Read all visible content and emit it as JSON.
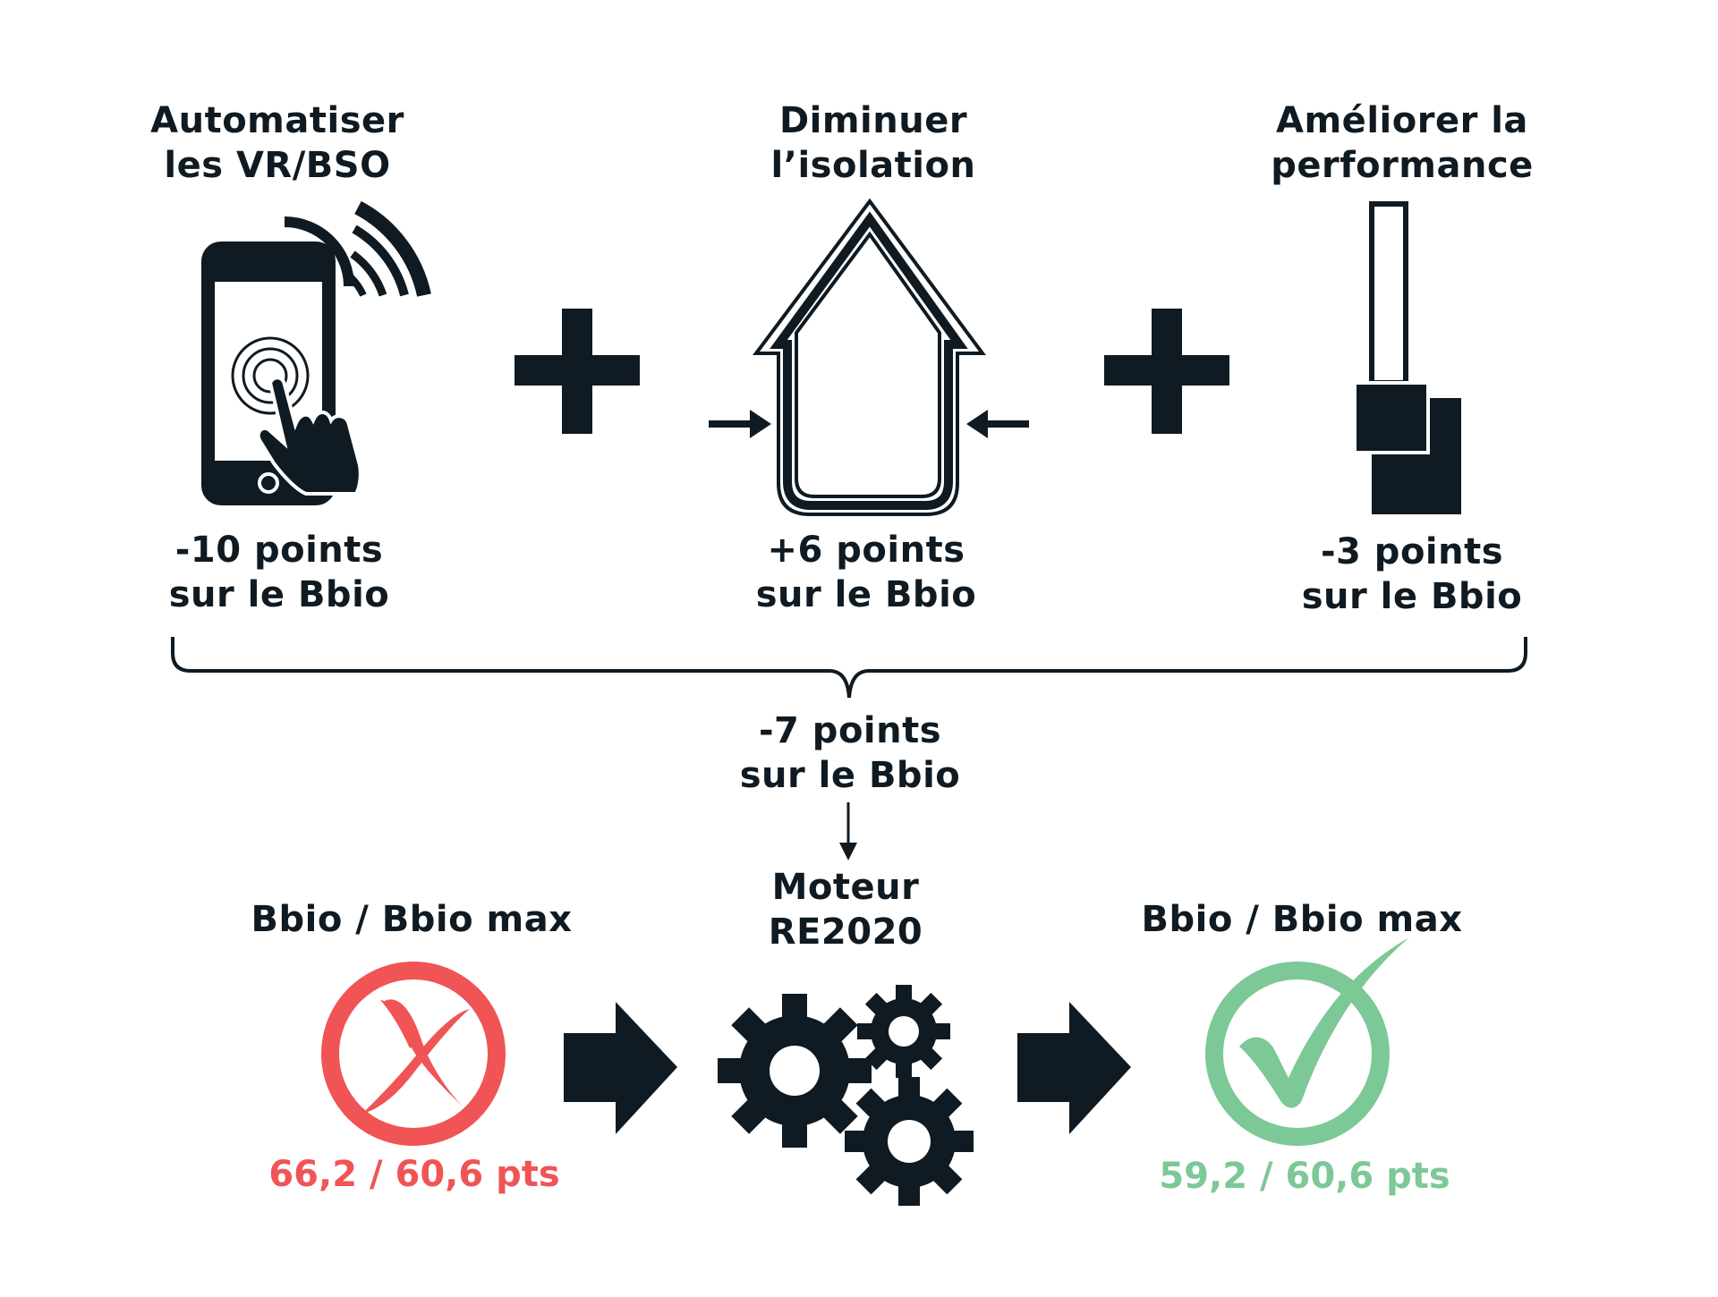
{
  "steps": [
    {
      "title_line1": "Automatiser",
      "title_line2": "les VR/BSO",
      "result_line1": "-10 points",
      "result_line2": "sur le Bbio",
      "icon": "smartphone-touch-wifi-icon"
    },
    {
      "title_line1": "Diminuer",
      "title_line2": "l’isolation",
      "result_line1": "+6 points",
      "result_line2": "sur le Bbio",
      "icon": "house-insulation-icon"
    },
    {
      "title_line1": "Améliorer la",
      "title_line2": "performance",
      "result_line1": "-3 points",
      "result_line2": "sur le Bbio",
      "icon": "window-performance-icon"
    }
  ],
  "total": {
    "line1": "-7 points",
    "line2": "sur le Bbio"
  },
  "engine": {
    "line1": "Moteur",
    "line2": "RE2020",
    "icon": "gears-icon"
  },
  "before": {
    "label": "Bbio / Bbio max",
    "score": "66,2 / 60,6 pts",
    "icon": "cross-circle-icon",
    "color": "#f05454"
  },
  "after": {
    "label": "Bbio / Bbio max",
    "score": "59,2 / 60,6 pts",
    "icon": "check-circle-icon",
    "color": "#7cc896"
  },
  "colors": {
    "ink": "#0f1a22",
    "red": "#f05454",
    "green": "#7cc896"
  }
}
